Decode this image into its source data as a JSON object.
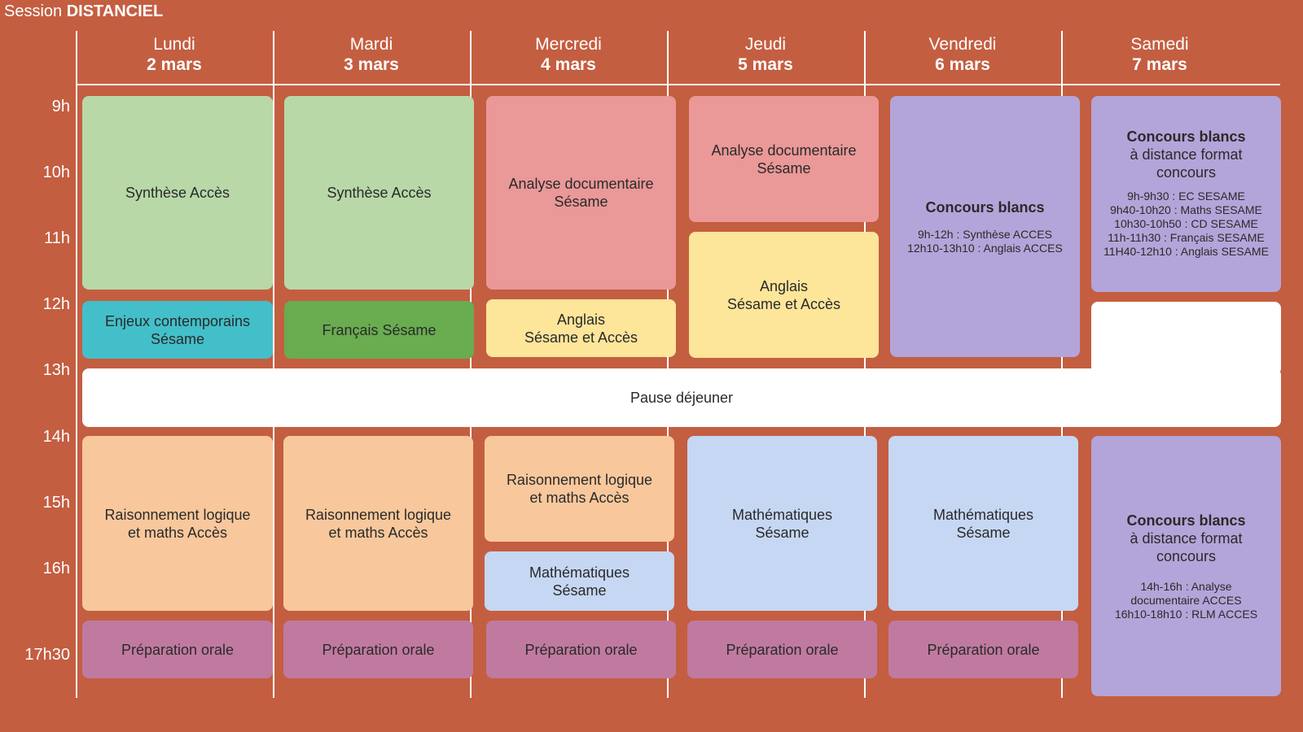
{
  "session": {
    "prefix": "Session",
    "name": "DISTANCIEL"
  },
  "days": [
    {
      "name": "Lundi",
      "date": "2 mars"
    },
    {
      "name": "Mardi",
      "date": "3 mars"
    },
    {
      "name": "Mercredi",
      "date": "4 mars"
    },
    {
      "name": "Jeudi",
      "date": "5 mars"
    },
    {
      "name": "Vendredi",
      "date": "6 mars"
    },
    {
      "name": "Samedi",
      "date": "7 mars"
    }
  ],
  "hours": [
    "9h",
    "10h",
    "11h",
    "12h",
    "13h",
    "14h",
    "15h",
    "16h",
    "17h30"
  ],
  "colors": {
    "background": "#c45e41",
    "green_light": "#b8d8a8",
    "green": "#6aac50",
    "teal": "#43bfc9",
    "pink": "#ea9898",
    "yellow": "#fde59a",
    "purple": "#b3a5d9",
    "peach": "#f8c89c",
    "blue": "#c6d7f3",
    "mauve": "#c07aa0",
    "white": "#ffffff"
  },
  "blocks": {
    "lundi": {
      "morning_1": [
        "Synthèse Accès"
      ],
      "morning_2": [
        "Enjeux contemporains",
        "Sésame"
      ],
      "afternoon_1": [
        "Raisonnement logique",
        "et maths Accès"
      ],
      "afternoon_2": [
        "Préparation orale"
      ]
    },
    "mardi": {
      "morning_1": [
        "Synthèse Accès"
      ],
      "morning_2": [
        "Français Sésame"
      ],
      "afternoon_1": [
        "Raisonnement logique",
        "et maths Accès"
      ],
      "afternoon_2": [
        "Préparation orale"
      ]
    },
    "mercredi": {
      "morning_1": [
        "Analyse documentaire",
        "Sésame"
      ],
      "morning_2": [
        "Anglais",
        "Sésame et Accès"
      ],
      "afternoon_1": [
        "Raisonnement logique",
        "et maths Accès"
      ],
      "afternoon_2": [
        "Mathématiques",
        "Sésame"
      ],
      "afternoon_3": [
        "Préparation orale"
      ]
    },
    "jeudi": {
      "morning_1": [
        "Analyse documentaire",
        "Sésame"
      ],
      "morning_2": [
        "Anglais",
        "Sésame et Accès"
      ],
      "afternoon_1": [
        "Mathématiques",
        "Sésame"
      ],
      "afternoon_2": [
        "Préparation orale"
      ]
    },
    "vendredi": {
      "morning_title": "Concours blancs",
      "morning_details": [
        "9h-12h : Synthèse ACCES",
        "12h10-13h10 : Anglais ACCES"
      ],
      "afternoon_1": [
        "Mathématiques",
        "Sésame"
      ],
      "afternoon_2": [
        "Préparation orale"
      ]
    },
    "samedi": {
      "morning_title": "Concours blancs",
      "morning_subtitle": [
        "à distance format",
        "concours"
      ],
      "morning_details": [
        "9h-9h30 : EC SESAME",
        "9h40-10h20 : Maths SESAME",
        "10h30-10h50 : CD SESAME",
        "11h-11h30 : Français SESAME",
        "11H40-12h10 : Anglais SESAME"
      ],
      "afternoon_title": "Concours blancs",
      "afternoon_subtitle": [
        "à distance format",
        "concours"
      ],
      "afternoon_details": [
        "14h-16h : Analyse",
        "documentaire ACCES",
        "16h10-18h10 : RLM ACCES"
      ]
    }
  },
  "lunch": "Pause déjeuner"
}
